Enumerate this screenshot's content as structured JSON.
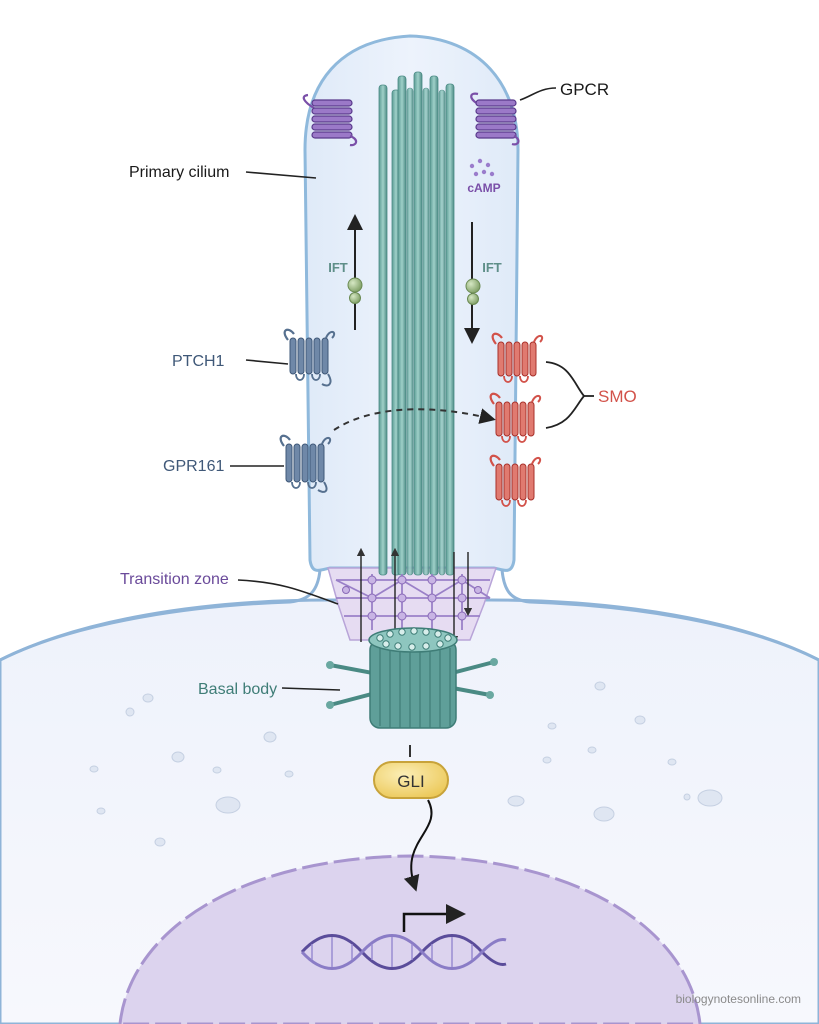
{
  "labels": {
    "gpcr": "GPCR",
    "camp": "cAMP",
    "primary_cilium": "Primary cilium",
    "ift_up": "IFT",
    "ift_down": "IFT",
    "ptch1": "PTCH1",
    "smo": "SMO",
    "gpr161": "GPR161",
    "transition_zone": "Transition zone",
    "basal_body": "Basal body",
    "gli": "GLI"
  },
  "watermark": "biologynotesonline.com",
  "colors": {
    "cilium_membrane": "#8fb9dc",
    "cilium_fill": "#e4eefa",
    "axoneme": "#5f9f99",
    "gpcr": "#7a4fa8",
    "camp": "#8a62c0",
    "ift": "#8aaa70",
    "ptch1": "#56708f",
    "gpr161": "#56708f",
    "smo": "#d2524a",
    "transition_zone": "#8a62b8",
    "basal_body": "#4a8a84",
    "gli_fill": "#f3d982",
    "gli_stroke": "#c8a33a",
    "nucleus_fill": "#dcd3ee",
    "nucleus_stroke": "#a895cf",
    "dna": "#6b5aa8"
  }
}
